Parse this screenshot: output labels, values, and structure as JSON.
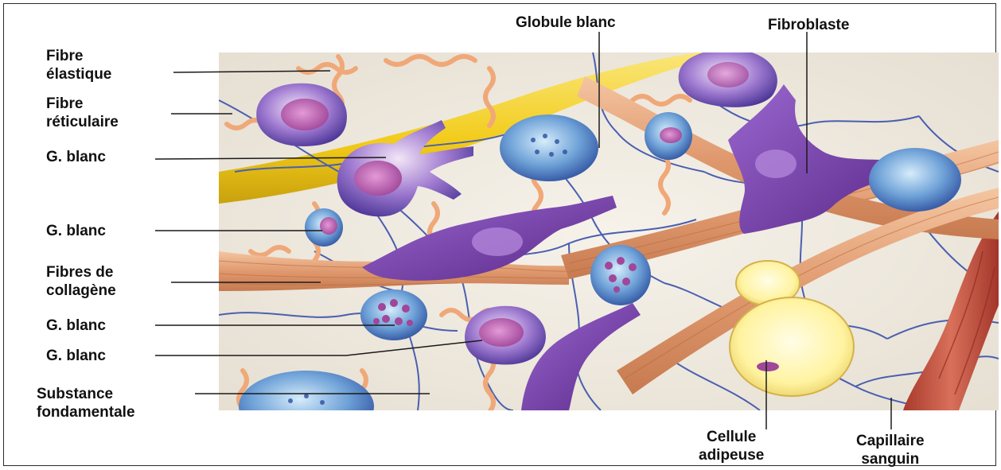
{
  "labels": {
    "fibre_elastique": [
      "Fibre",
      "élastique"
    ],
    "fibre_reticulaire": [
      "Fibre",
      "réticulaire"
    ],
    "g_blanc_1": "G. blanc",
    "g_blanc_2": "G. blanc",
    "fibres_collagene": [
      "Fibres de",
      "collagène"
    ],
    "g_blanc_3": "G. blanc",
    "g_blanc_4": "G. blanc",
    "substance": [
      "Substance",
      "fondamentale"
    ],
    "globule_blanc": "Globule blanc",
    "fibroblaste": "Fibroblaste",
    "cellule_adipeuse": [
      "Cellule",
      "adipeuse"
    ],
    "capillaire": [
      "Capillaire",
      "sanguin"
    ]
  },
  "colors": {
    "matrix": "#efe9de",
    "elastic_fiber": "#f0a878",
    "reticular_fiber": "#4a5fb0",
    "collagen": "#e8a97e",
    "yellow_band": "#f2cf22",
    "fibroblast": "#7a3aa8",
    "leukocyte_blue": "#5a8fd0",
    "leukocyte_purple": "#8a5cc0",
    "adipocyte": "#fff7a8",
    "capillary": "#c6503e"
  }
}
